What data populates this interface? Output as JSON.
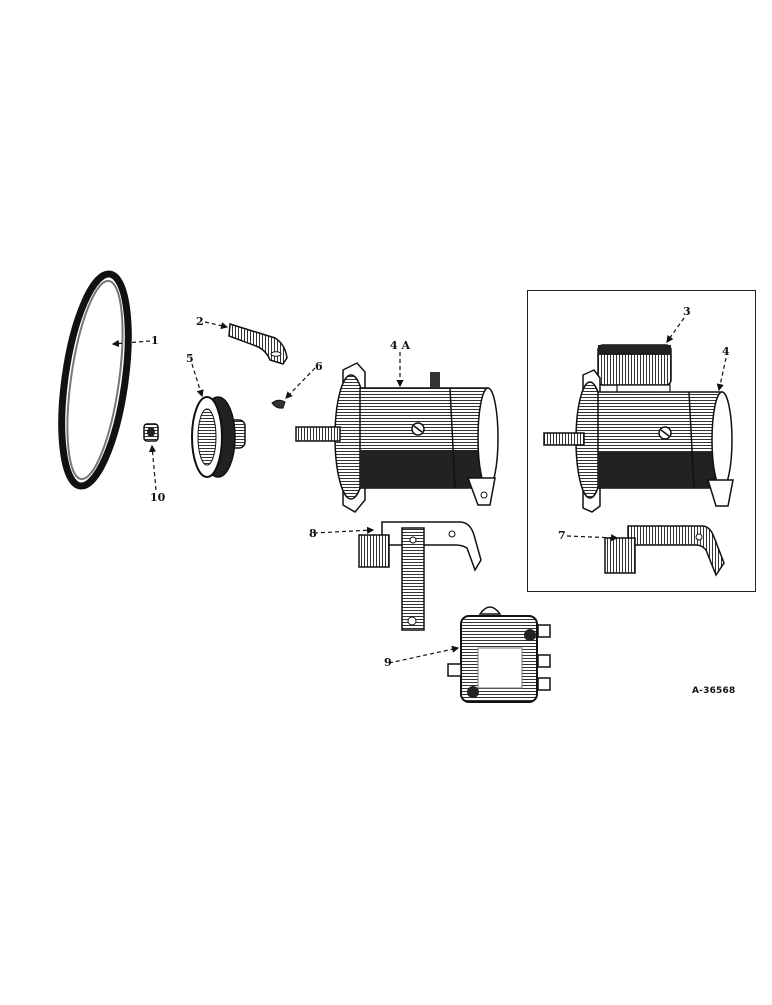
{
  "diagram": {
    "title": "",
    "reference_number": "A-36568",
    "parts": [
      {
        "callout": "1",
        "description": "fan-belt"
      },
      {
        "callout": "2",
        "description": "adjusting-strap"
      },
      {
        "callout": "3",
        "description": "regulator-on-generator"
      },
      {
        "callout": "4",
        "description": "generator-with-regulator"
      },
      {
        "callout": "4 A",
        "description": "generator"
      },
      {
        "callout": "5",
        "description": "pulley"
      },
      {
        "callout": "6",
        "description": "woodruff-key"
      },
      {
        "callout": "7",
        "description": "mounting-bracket-inset"
      },
      {
        "callout": "8",
        "description": "mounting-bracket-with-strap"
      },
      {
        "callout": "9",
        "description": "voltage-regulator"
      },
      {
        "callout": "10",
        "description": "nut"
      }
    ],
    "labels": {
      "l1": "1",
      "l2": "2",
      "l3": "3",
      "l4": "4",
      "l4a": "4 A",
      "l5": "5",
      "l6": "6",
      "l7": "7",
      "l8": "8",
      "l9": "9",
      "l10": "10"
    },
    "colors": {
      "ink": "#111111",
      "paper": "#ffffff",
      "shade": "#555555"
    }
  }
}
